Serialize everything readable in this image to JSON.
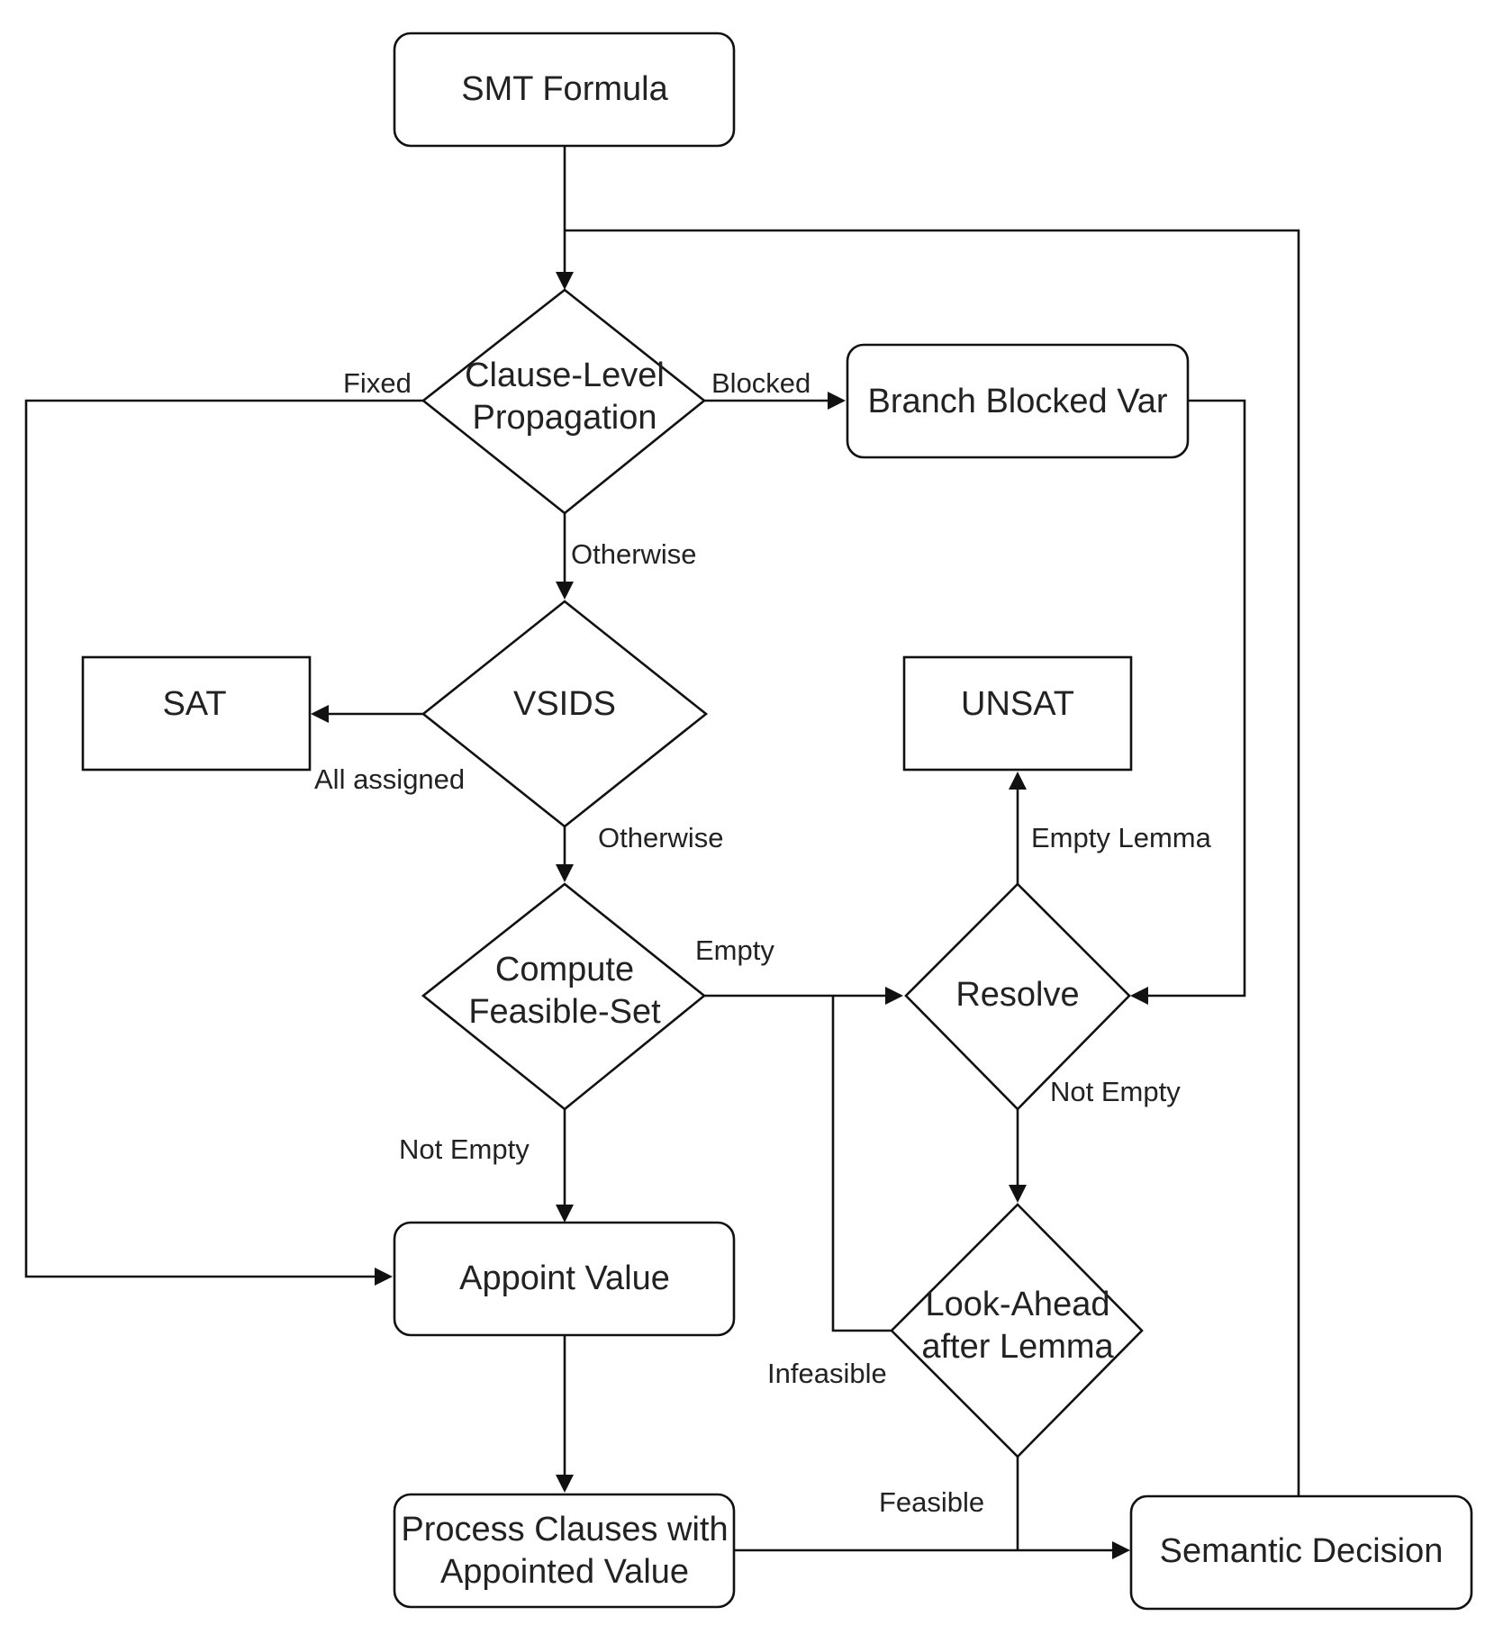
{
  "diagram": {
    "nodes": {
      "smt_formula": {
        "shape": "rounded-rectangle",
        "lines": [
          "SMT Formula"
        ]
      },
      "clause_level_propagation": {
        "shape": "diamond",
        "lines": [
          "Clause-Level",
          "Propagation"
        ]
      },
      "branch_blocked_var": {
        "shape": "rounded-rectangle",
        "lines": [
          "Branch Blocked Var"
        ]
      },
      "vsids": {
        "shape": "diamond",
        "lines": [
          "VSIDS"
        ]
      },
      "sat": {
        "shape": "rectangle",
        "lines": [
          "SAT"
        ]
      },
      "unsat": {
        "shape": "rectangle",
        "lines": [
          "UNSAT"
        ]
      },
      "compute_feasible_set": {
        "shape": "diamond",
        "lines": [
          "Compute",
          "Feasible-Set"
        ]
      },
      "resolve": {
        "shape": "diamond",
        "lines": [
          "Resolve"
        ]
      },
      "appoint_value": {
        "shape": "rounded-rectangle",
        "lines": [
          "Appoint Value"
        ]
      },
      "look_ahead_after_lemma": {
        "shape": "diamond",
        "lines": [
          "Look-Ahead",
          "after Lemma"
        ]
      },
      "process_clauses": {
        "shape": "rounded-rectangle",
        "lines": [
          "Process Clauses with",
          "Appointed Value"
        ]
      },
      "semantic_decision": {
        "shape": "rounded-rectangle",
        "lines": [
          "Semantic Decision"
        ]
      }
    },
    "edges": {
      "fixed": {
        "from": "clause_level_propagation",
        "to": "appoint_value",
        "label": "Fixed"
      },
      "blocked": {
        "from": "clause_level_propagation",
        "to": "branch_blocked_var",
        "label": "Blocked"
      },
      "otherwise_1": {
        "from": "clause_level_propagation",
        "to": "vsids",
        "label": "Otherwise"
      },
      "all_assigned": {
        "from": "vsids",
        "to": "sat",
        "label": "All assigned"
      },
      "otherwise_2": {
        "from": "vsids",
        "to": "compute_feasible_set",
        "label": "Otherwise"
      },
      "empty": {
        "from": "compute_feasible_set",
        "to": "resolve",
        "label": "Empty"
      },
      "not_empty_1": {
        "from": "compute_feasible_set",
        "to": "appoint_value",
        "label": "Not Empty"
      },
      "empty_lemma": {
        "from": "resolve",
        "to": "unsat",
        "label": "Empty Lemma"
      },
      "not_empty_2": {
        "from": "resolve",
        "to": "look_ahead_after_lemma",
        "label": "Not Empty"
      },
      "infeasible": {
        "from": "look_ahead_after_lemma",
        "to": "resolve",
        "label": "Infeasible"
      },
      "feasible": {
        "from": "look_ahead_after_lemma",
        "to": "semantic_decision",
        "label": "Feasible"
      },
      "smt_to_propagation": {
        "from": "smt_formula",
        "to": "clause_level_propagation",
        "label": ""
      },
      "branch_to_resolve": {
        "from": "branch_blocked_var",
        "to": "resolve",
        "label": ""
      },
      "appoint_to_process": {
        "from": "appoint_value",
        "to": "process_clauses",
        "label": ""
      },
      "process_to_semantic": {
        "from": "process_clauses",
        "to": "semantic_decision",
        "label": ""
      },
      "semantic_to_propagation": {
        "from": "semantic_decision",
        "to": "clause_level_propagation",
        "label": ""
      }
    }
  }
}
